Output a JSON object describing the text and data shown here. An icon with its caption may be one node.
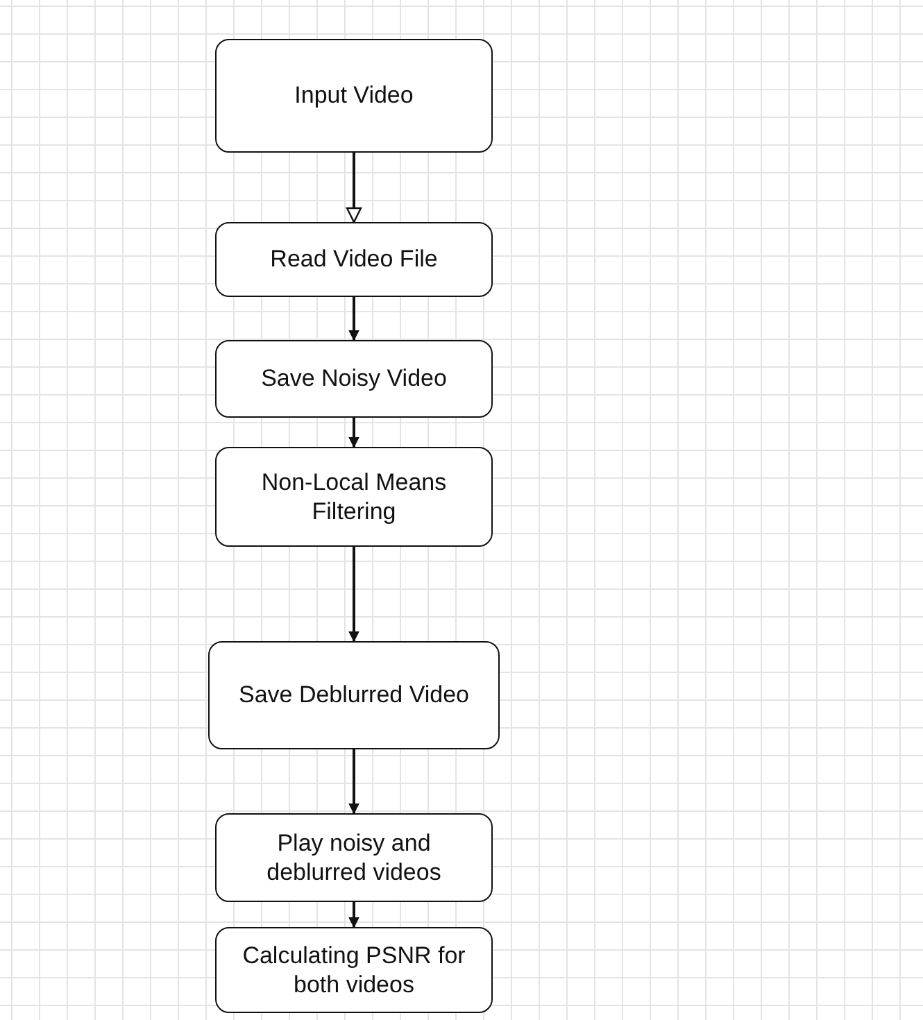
{
  "diagram": {
    "nodes": [
      {
        "text": [
          "Input Video"
        ]
      },
      {
        "text": [
          "Read Video File"
        ]
      },
      {
        "text": [
          "Save Noisy Video"
        ]
      },
      {
        "text": [
          "Non-Local Means Filtering"
        ]
      },
      {
        "text": [
          "Save Deblurred Video"
        ]
      },
      {
        "text": [
          "Play noisy and deblurred videos"
        ]
      },
      {
        "text": [
          "Calculating PSNR for both videos"
        ]
      }
    ],
    "edges": [
      {
        "from": 0,
        "to": 1,
        "arrow": "to"
      },
      {
        "from": 1,
        "to": 2,
        "arrow": "to"
      },
      {
        "from": 2,
        "to": 3,
        "arrow": "to"
      },
      {
        "from": 3,
        "to": 4,
        "arrow": "to"
      },
      {
        "from": 4,
        "to": 5,
        "arrow": "to"
      },
      {
        "from": 5,
        "to": 6,
        "arrow": "to"
      }
    ]
  }
}
